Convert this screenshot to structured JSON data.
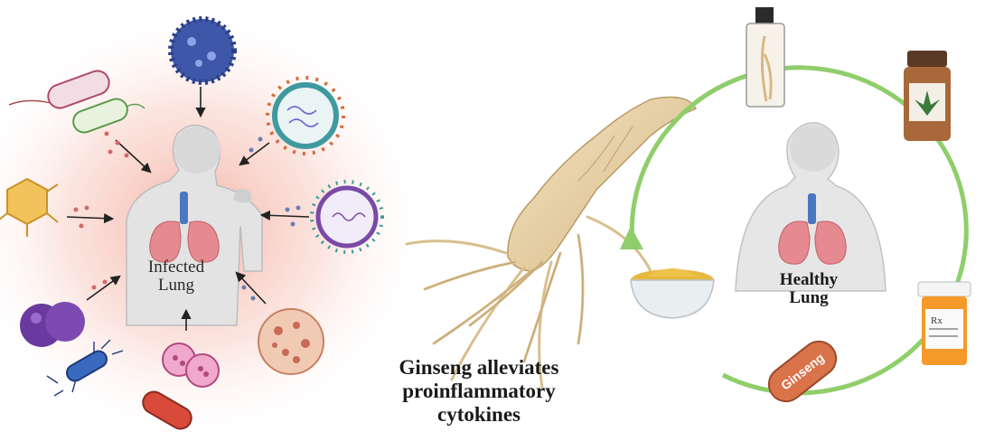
{
  "labels": {
    "infected_lung": [
      "Infected",
      "Lung"
    ],
    "healthy_lung": [
      "Healthy",
      "Lung"
    ],
    "caption": [
      "Ginseng alleviates",
      "proinflammatory",
      "cytokines"
    ],
    "capsule": "Ginseng",
    "rx_bottle": "Rx"
  },
  "colors": {
    "infection_glow": "#f4b6a6",
    "cycle_ring": "#8fce6a",
    "lung": "#e58a90",
    "trachea": "#4a78c0",
    "ginseng": "#e9d3a6",
    "capsule": "#d8734a"
  },
  "icons": [
    "virus-icon",
    "bacteria-icon",
    "bacteriophage-icon",
    "human-figure-icon",
    "ginseng-root-icon",
    "liquor-bottle-icon",
    "supplement-jar-icon",
    "powder-bowl-icon",
    "pill-bottle-icon",
    "capsule-icon"
  ]
}
